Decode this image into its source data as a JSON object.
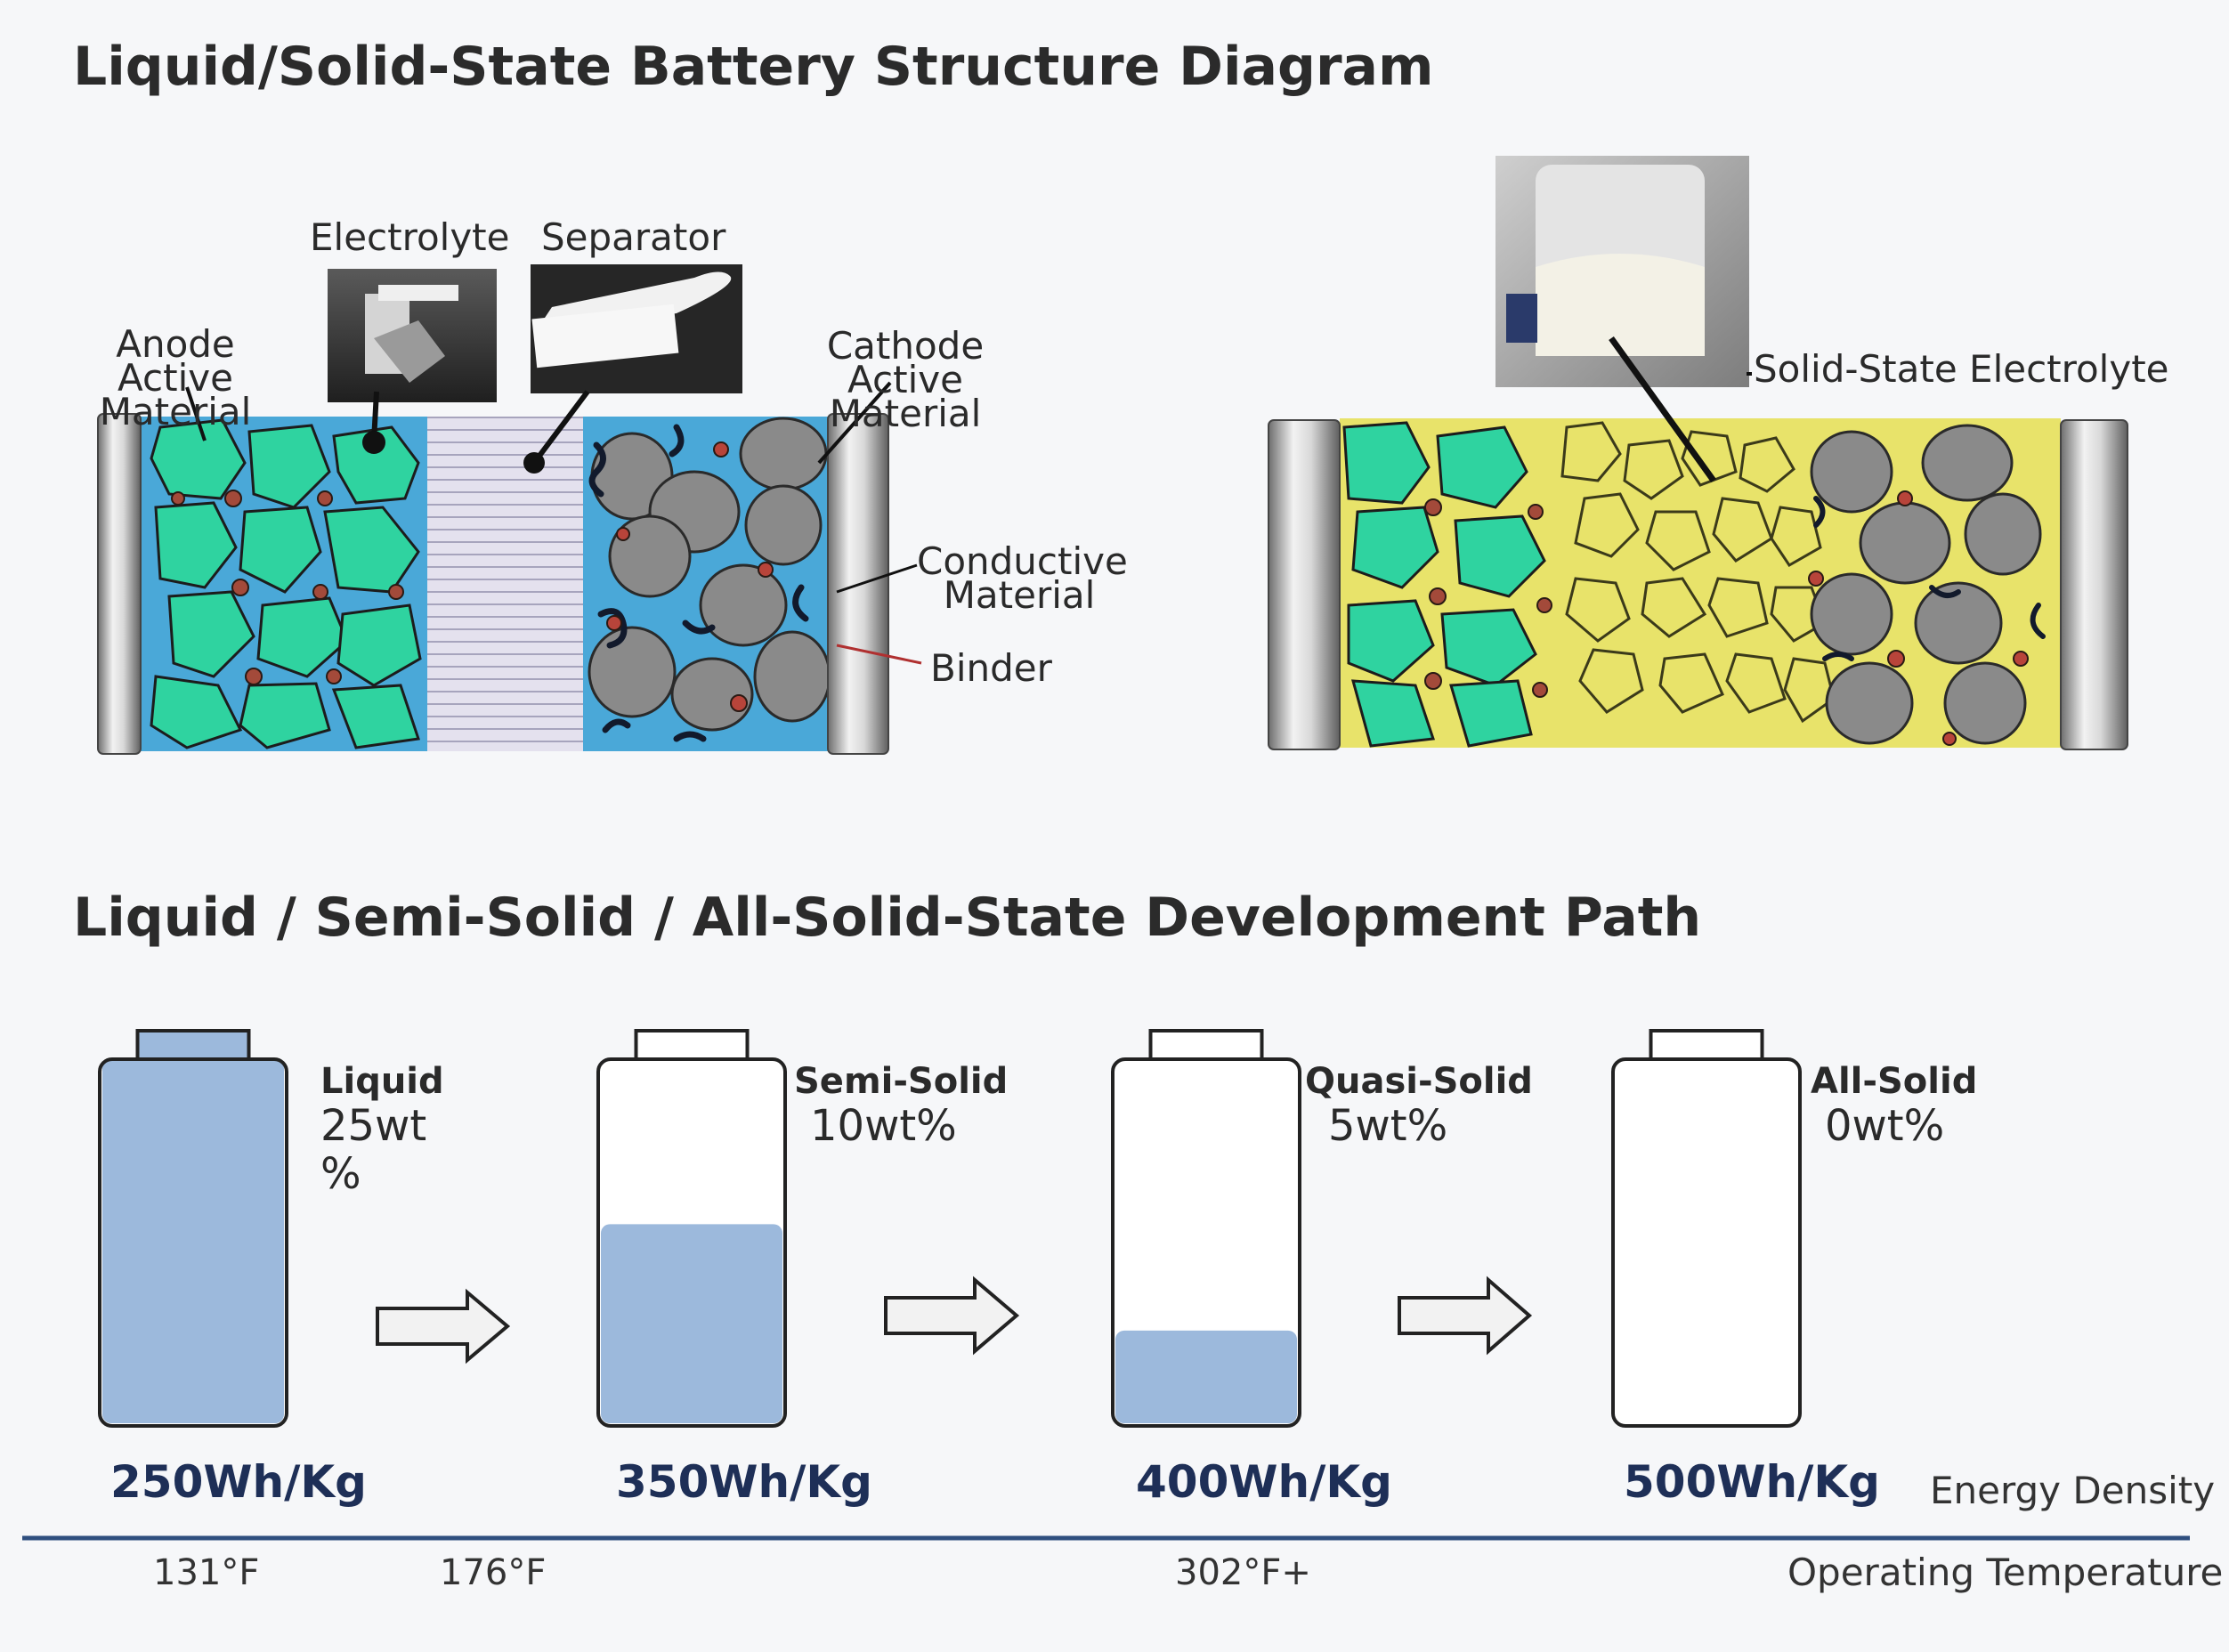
{
  "titles": {
    "structure": "Liquid/Solid-State Battery Structure Diagram",
    "path": "Liquid / Semi-Solid / All-Solid-State Development Path"
  },
  "liquid_cell": {
    "electrolyte_label": "Electrolyte",
    "separator_label": "Separator",
    "anode_label": "Anode Active Material",
    "cathode_label": "Cathode Active Material",
    "conductive_label": "Conductive Material",
    "binder_label": "Binder"
  },
  "solid_cell": {
    "electrolyte_label": "Solid-State Electrolyte"
  },
  "stages": [
    {
      "name": "Liquid",
      "value": "25wt %",
      "energy": "250Wh/Kg",
      "fill_fraction": 1.0
    },
    {
      "name": "Semi-Solid",
      "value": "10wt%",
      "energy": "350Wh/Kg",
      "fill_fraction": 0.55
    },
    {
      "name": "Quasi-Solid",
      "value": "5wt%",
      "energy": "400Wh/Kg",
      "fill_fraction": 0.26
    },
    {
      "name": "All-Solid",
      "value": "0wt%",
      "energy": "500Wh/Kg",
      "fill_fraction": 0.0
    }
  ],
  "axis": {
    "energy_label": "Energy Density",
    "temperature_label": "Operating Temperature",
    "temperatures": [
      "131°F",
      "176°F",
      "302°F+"
    ]
  },
  "colors": {
    "electrolyte_blue": "#4aa8d8",
    "anode_green": "#2fd3a0",
    "cathode_gray": "#8a8a8a",
    "solid_yellow": "#e8e36a",
    "fill_blue": "#9cb9dc",
    "axis_line": "#2f4f7f",
    "energy_text": "#1e2f57"
  },
  "icons": [
    "right-arrow-icon",
    "battery-icon",
    "electrolyte-bottle-photo",
    "separator-roll-photo",
    "solid-electrolyte-photo"
  ]
}
